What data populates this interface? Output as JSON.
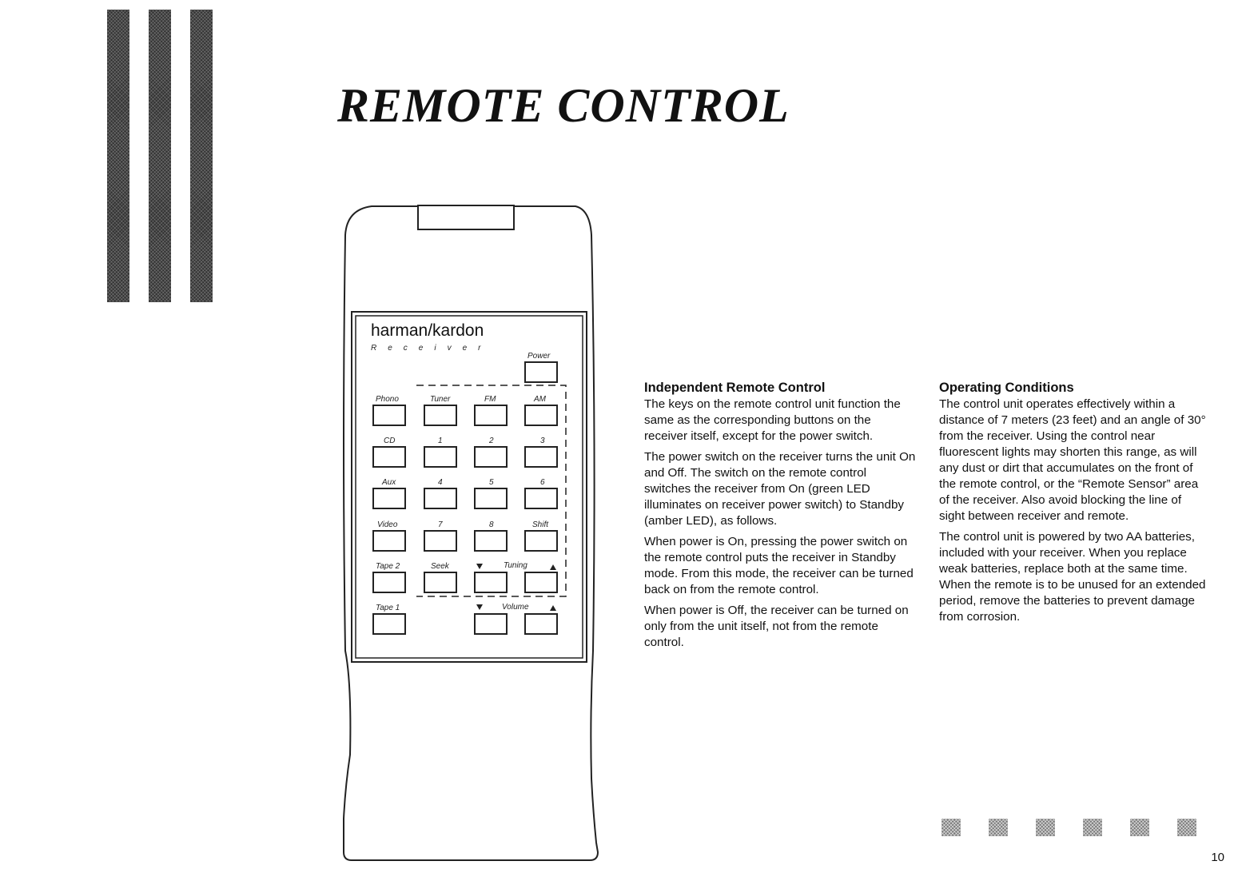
{
  "page": {
    "title": "REMOTE CONTROL",
    "page_number": "10"
  },
  "remote": {
    "brand": "harman/kardon",
    "subtitle": "Receiver",
    "labels": {
      "power": "Power",
      "phono": "Phono",
      "tuner": "Tuner",
      "fm": "FM",
      "am": "AM",
      "cd": "CD",
      "k1": "1",
      "k2": "2",
      "k3": "3",
      "aux": "Aux",
      "k4": "4",
      "k5": "5",
      "k6": "6",
      "video": "Video",
      "k7": "7",
      "k8": "8",
      "shift": "Shift",
      "tape2": "Tape 2",
      "seek": "Seek",
      "tuning": "Tuning",
      "tape1": "Tape 1",
      "volume": "Volume"
    }
  },
  "sections": {
    "independent": {
      "heading": "Independent Remote Control",
      "paragraphs": [
        "The keys on the remote control unit function the same as the corresponding buttons on the receiver itself, except for the power switch.",
        "The power switch on the receiver turns the unit On and Off.  The switch on the remote control switches the receiver from On (green LED illuminates on receiver power switch) to Standby (amber LED), as follows.",
        "When power is On, pressing the power switch on the remote control puts the receiver in Standby mode.  From this mode, the receiver can be turned back on from the remote control.",
        "When power is Off, the receiver can be turned on only from the unit itself, not from the remote control."
      ]
    },
    "operating": {
      "heading": "Operating Conditions",
      "paragraphs": [
        "The control unit operates effectively within a distance of 7 meters (23 feet) and an angle of 30° from the receiver.  Using the control near fluorescent lights may shorten this range, as will any dust or dirt that accumulates on the front of the remote control, or the “Remote Sensor” area of the receiver.  Also avoid blocking the line of sight between receiver and remote.",
        "The control unit is powered by two AA batteries, included with your receiver. When you replace weak batteries, replace both at the same time.  When the remote is to be unused for an extended period, remove the batteries to prevent damage from corrosion."
      ]
    }
  }
}
